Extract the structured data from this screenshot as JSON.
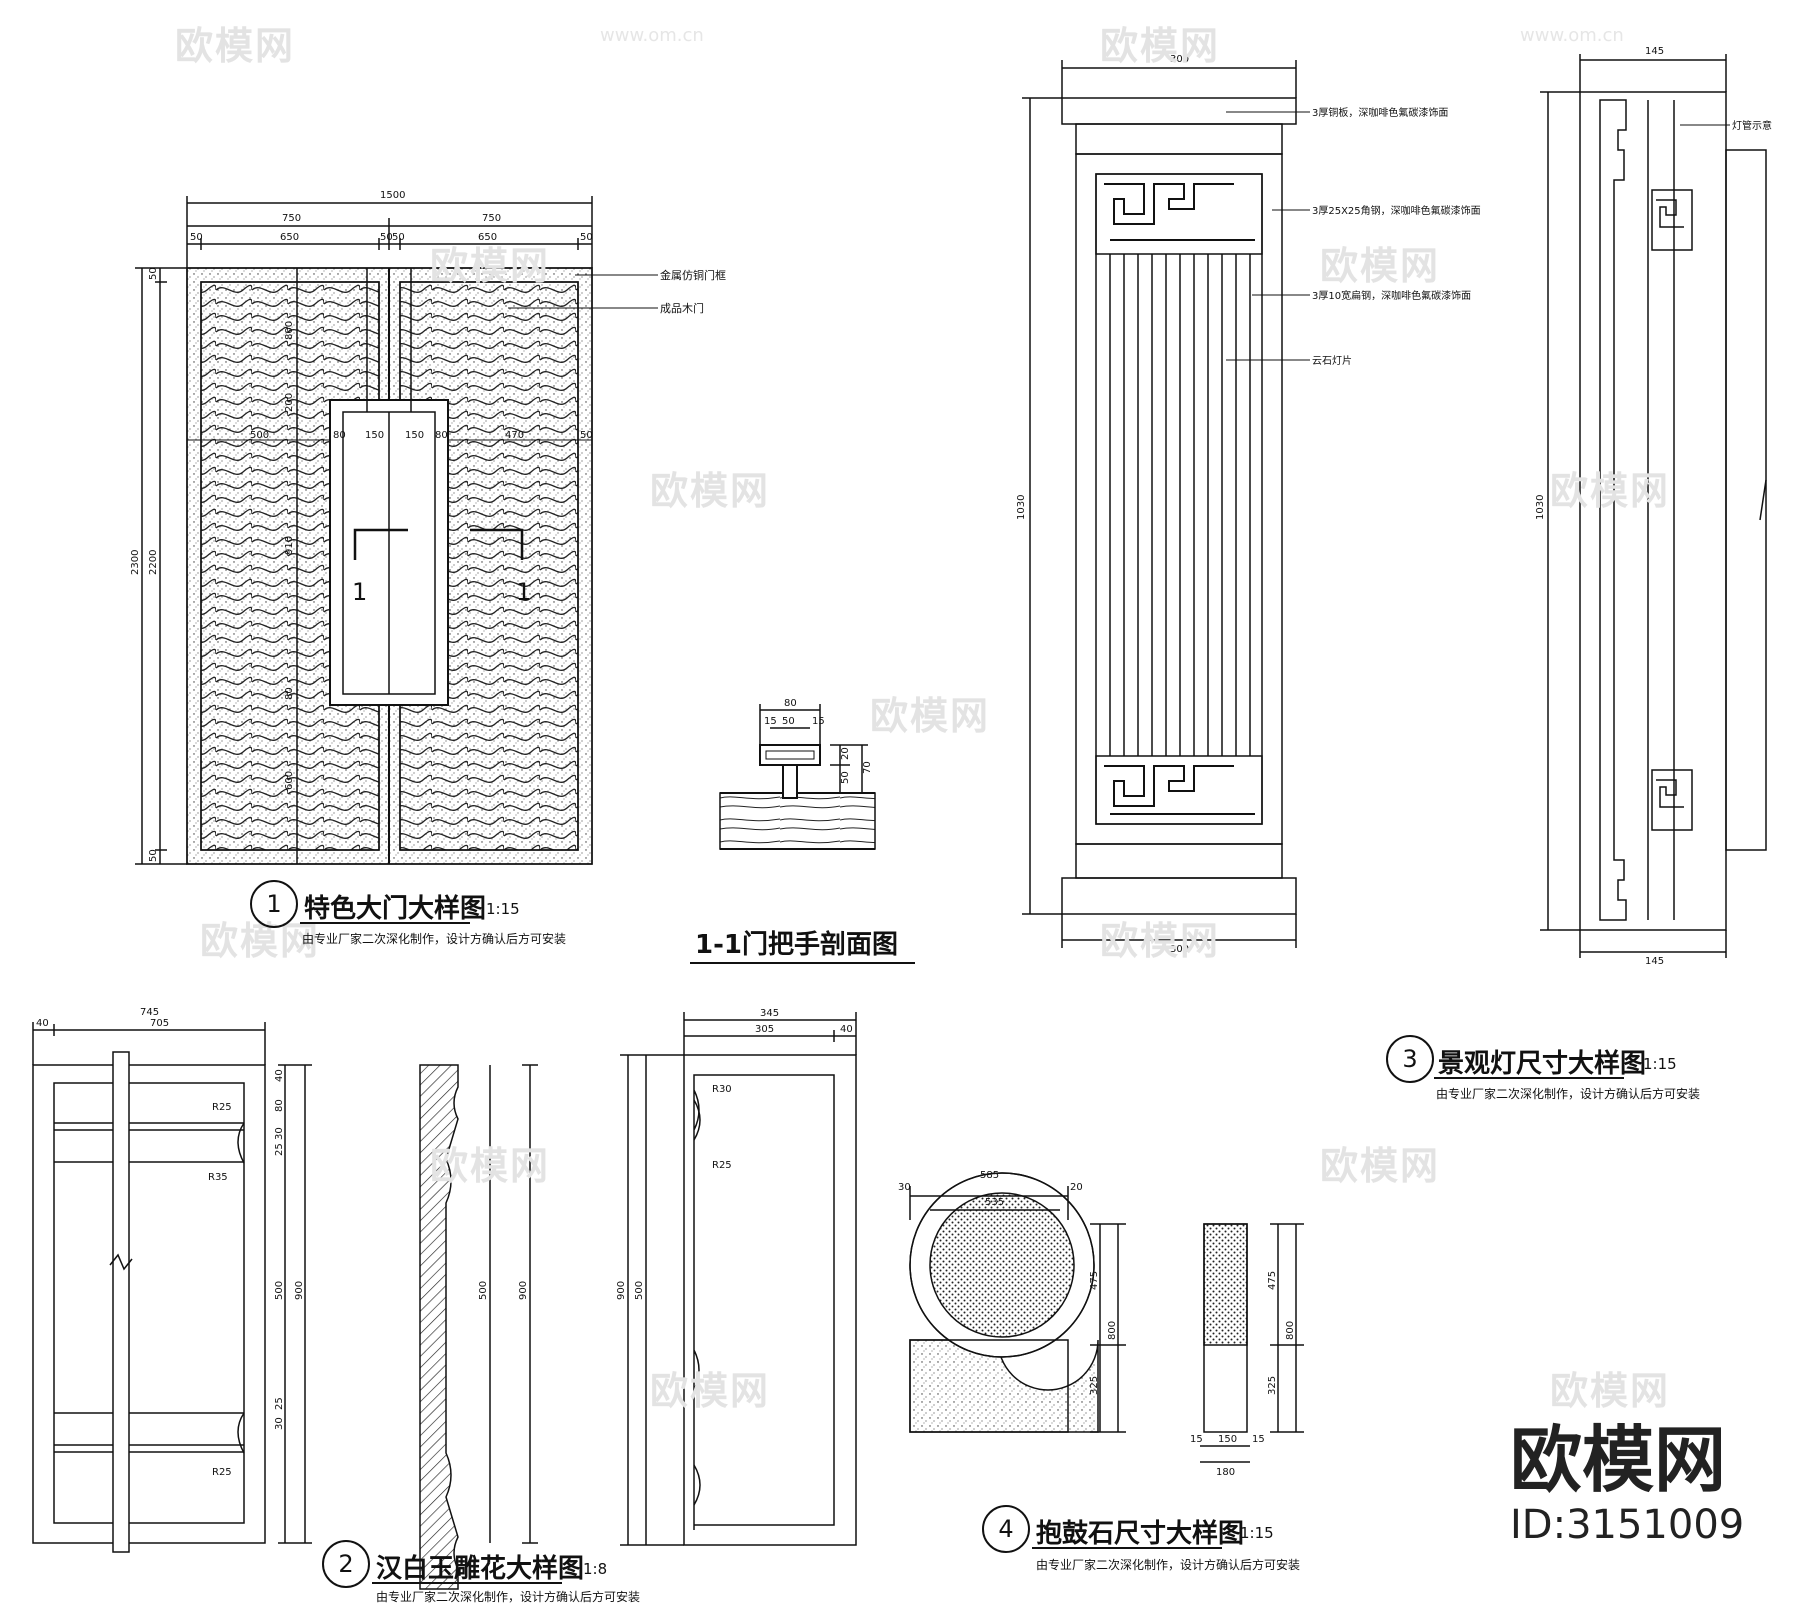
{
  "watermark": {
    "brand": "欧模网",
    "url": "www.om.cn"
  },
  "brand_block": {
    "name": "欧模网",
    "id": "ID:3151009"
  },
  "detail1": {
    "number": "1",
    "title": "特色大门大样图",
    "scale": "1:15",
    "note": "由专业厂家二次深化制作，设计方确认后方可安装",
    "dims_top": [
      "1500",
      "750",
      "750",
      "50",
      "650",
      "50",
      "50",
      "650",
      "50"
    ],
    "dims_left": [
      "2300",
      "2200",
      "50",
      "50"
    ],
    "dims_inner": [
      "800",
      "200",
      "500",
      "80",
      "150",
      "150",
      "80",
      "470",
      "50",
      "910",
      "80",
      "600"
    ],
    "labels": [
      "金属仿铜门框",
      "成品木门"
    ],
    "section_mark": "1"
  },
  "detail_1_1": {
    "title": "1-1门把手剖面图",
    "dims": [
      "80",
      "50",
      "15",
      "15",
      "20",
      "50",
      "70"
    ]
  },
  "detail3": {
    "number": "3",
    "title": "景观灯尺寸大样图",
    "scale": "1:15",
    "note": "由专业厂家二次深化制作，设计方确认后方可安装",
    "dims": [
      "300",
      "300",
      "1030",
      "145",
      "145",
      "1030"
    ],
    "labels": [
      "3厚铜板，深咖啡色氟碳漆饰面",
      "3厚25X25角钢，深咖啡色氟碳漆饰面",
      "3厚10宽扁钢，深咖啡色氟碳漆饰面",
      "云石灯片",
      "灯管示意"
    ]
  },
  "detail2": {
    "number": "2",
    "title": "汉白玉雕花大样图",
    "scale": "1:8",
    "note": "由专业厂家二次深化制作，设计方确认后方可安装",
    "dims_a": [
      "745",
      "40",
      "705",
      "40",
      "80",
      "30",
      "25",
      "25",
      "30",
      "500",
      "900",
      "R25",
      "R35",
      "R25"
    ],
    "dims_b": [
      "345",
      "305",
      "40",
      "900",
      "500",
      "R30",
      "R25"
    ]
  },
  "detail4": {
    "number": "4",
    "title": "抱鼓石尺寸大样图",
    "scale": "1:15",
    "note": "由专业厂家二次深化制作，设计方确认后方可安装",
    "dims": [
      "585",
      "535",
      "30",
      "20",
      "475",
      "800",
      "325",
      "475",
      "800",
      "325",
      "15",
      "150",
      "15",
      "180"
    ]
  }
}
